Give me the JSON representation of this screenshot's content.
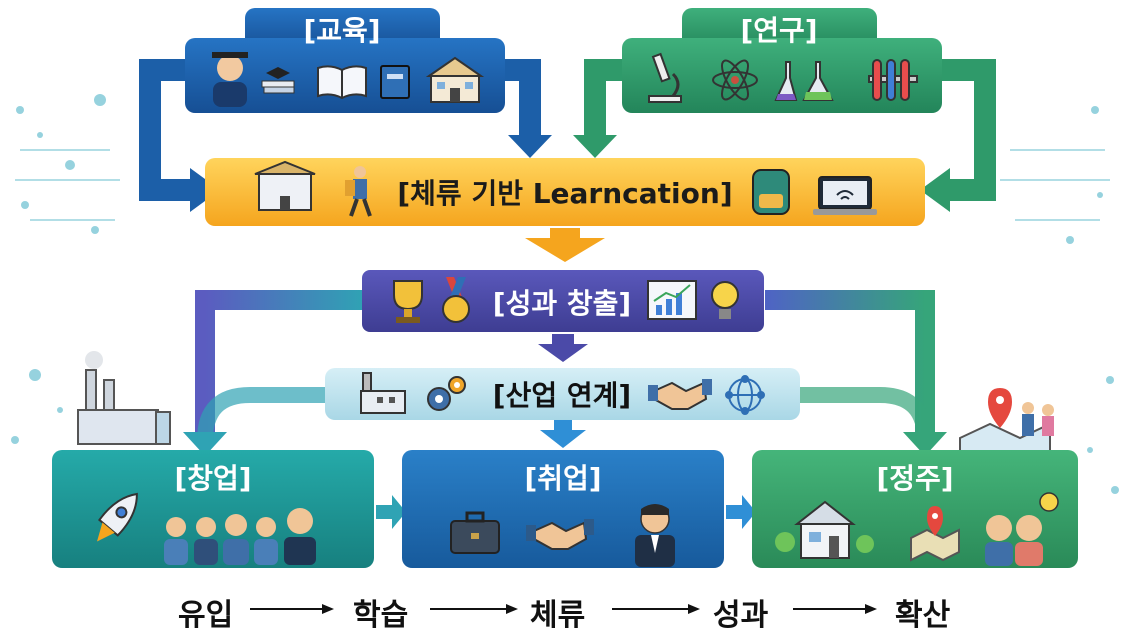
{
  "diagram": {
    "education": {
      "label": "[교육]",
      "icons": [
        "graduate-icon",
        "book-stack-icon",
        "open-book-icon",
        "textbook-icon",
        "school-icon"
      ]
    },
    "research": {
      "label": "[연구]",
      "icons": [
        "microscope-icon",
        "atom-icon",
        "flask-icon",
        "test-tubes-icon"
      ]
    },
    "learncation": {
      "label": "[체류 기반 Learncation]",
      "icons": [
        "building-icon",
        "hiker-icon",
        "backpack-icon",
        "laptop-wifi-icon"
      ]
    },
    "performance": {
      "label": "[성과 창출]",
      "icons": [
        "trophy-icon",
        "medal-icon",
        "chart-board-icon",
        "lightbulb-icon"
      ]
    },
    "industry": {
      "label": "[산업 연계]",
      "icons": [
        "factory-icon",
        "gears-icon",
        "handshake-icon",
        "network-icon"
      ]
    },
    "startup": {
      "label": "[창업]",
      "icons": [
        "rocket-icon",
        "team-icon"
      ]
    },
    "employment": {
      "label": "[취업]",
      "icons": [
        "briefcase-icon",
        "handshake-icon",
        "businessman-icon"
      ]
    },
    "settlement": {
      "label": "[정주]",
      "icons": [
        "house-icon",
        "map-pin-icon",
        "family-icon"
      ]
    }
  },
  "flow": [
    "유입",
    "학습",
    "체류",
    "성과",
    "확산"
  ],
  "colors": {
    "education": "#1c5fa8",
    "research": "#2f9a6a",
    "learncation": "#f7b52c",
    "performance": "#4b4aa8",
    "industry": "#bfe3ee",
    "startup": "#1e9ba0",
    "employment": "#1f6db2",
    "settlement": "#37a36c"
  }
}
